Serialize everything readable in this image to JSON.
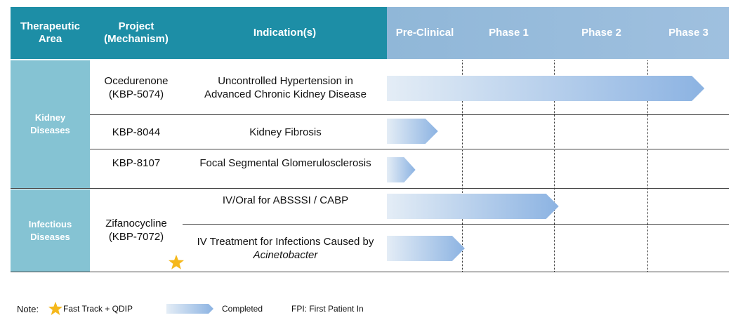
{
  "header": {
    "area": "Therapeutic Area",
    "project": "Project (Mechanism)",
    "indication": "Indication(s)",
    "phases": [
      "Pre-Clinical",
      "Phase 1",
      "Phase 2",
      "Phase 3"
    ]
  },
  "areas": [
    {
      "label": "Kidney Diseases"
    },
    {
      "label": "Infectious Diseases"
    }
  ],
  "rows": [
    {
      "project": "Ocedurenone (KBP-5074)",
      "indication": "Uncontrolled Hypertension in Advanced Chronic Kidney Disease",
      "progress_phases": 3.7
    },
    {
      "project": "KBP-8044",
      "indication": "Kidney Fibrosis",
      "progress_phases": 0.68
    },
    {
      "project": "KBP-8107",
      "indication": "Focal Segmental Glomerulosclerosis",
      "progress_phases": 0.38
    },
    {
      "project": "Zifanocycline (KBP-7072)",
      "indication": "IV/Oral for ABSSSI / CABP",
      "progress_phases": 2.05,
      "fast_track": true
    },
    {
      "project": "",
      "indication_line1": "IV Treatment for Infections Caused by",
      "indication_line2": "Acinetobacter",
      "progress_phases": 1.03
    }
  ],
  "legend": {
    "note_label": "Note:",
    "star_text": "Fast Track + QDIP",
    "completed_text": "Completed",
    "fpi_text": "FPI: First Patient In"
  },
  "colors": {
    "header_dark": "#1d8ea6",
    "header_light": "#9bbcdd",
    "area_cell": "#85c3d3",
    "bar_start": "#e4edf6",
    "bar_end": "#8cb3e2",
    "star": "#f5b81c"
  }
}
